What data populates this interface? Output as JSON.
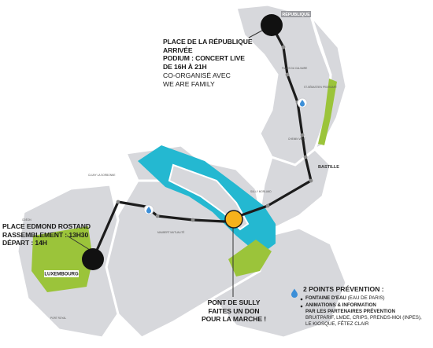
{
  "map": {
    "colors": {
      "block": "#d7d8dc",
      "block_edge": "#c4c5ca",
      "river": "#24b8d1",
      "park": "#9bc43a",
      "route": "#1c1c1c",
      "marker_black": "#111111",
      "marker_orange": "#f6b21b",
      "waypoint": "#8a8a8a",
      "drop": "#3c8fd8",
      "pointer": "#333333"
    },
    "icons": [
      "black-circle-marker",
      "orange-circle-marker",
      "water-drop-icon",
      "waypoint-dot"
    ]
  },
  "labels": {
    "republique": {
      "line1": "PLACE DE LA RÉPUBLIQUE",
      "line2": "ARRIVÉE",
      "line3": "PODIUM : CONCERT LIVE",
      "line4": "DE 16H À 21H",
      "line5": "CO-ORGANISÉ AVEC",
      "line6": "WE ARE FAMILY"
    },
    "edmond": {
      "line1": "PLACE EDMOND ROSTAND",
      "line2": "RASSEMBLEMENT : 13H30",
      "line3": "DÉPART : 14H"
    },
    "sully": {
      "line1": "PONT DE SULLY",
      "line2": "FAITES UN DON",
      "line3": "POUR LA MARCHE !"
    }
  },
  "place_names": {
    "republique_badge": "RÉPUBLIQUE",
    "luxembourg_badge": "LUXEMBOURG",
    "bastille": "BASTILLE",
    "filles_calvaire": "FILLES DU CALVAIRE",
    "st_sebastien": "ST-SÉBASTIEN FROISSART",
    "chemin_vert": "CHEMIN VERT",
    "sully_morland": "SULLY MORLAND",
    "maubert": "MAUBERT MUTUALITÉ",
    "odeon": "ODÉON",
    "port_royal": "PORT ROYAL",
    "cluny": "CLUNY LA SORBONNE"
  },
  "legend": {
    "title": "2 POINTS PRÉVENTION :",
    "item1_bold": "FONTAINE D'EAU",
    "item1_note": "(EAU DE PARIS)",
    "item2_line1": "ANIMATIONS & INFORMATION",
    "item2_line2": "PAR LES PARTENAIRES PRÉVENTION",
    "item2_line3": "BRUITPARIF, LMDE, CRIPS, PRENDS-MOI (INPES),",
    "item2_line4": "LE KIOSQUE, FÊTEZ CLAIR"
  }
}
